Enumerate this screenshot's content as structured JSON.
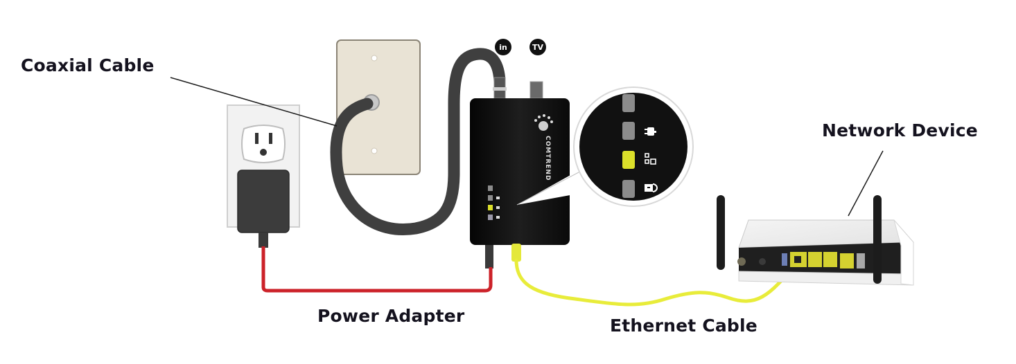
{
  "diagram": {
    "title": "",
    "labels": {
      "coaxial_cable": "Coaxial Cable",
      "power_adapter": "Power Adapter",
      "ethernet_cable": "Ethernet Cable",
      "network_device": "Network Device"
    },
    "ports": {
      "in": "in",
      "tv": "TV"
    },
    "device": {
      "brand": "COMTREND",
      "leds": [
        {
          "name": "led-1",
          "state": "off",
          "icon": "none"
        },
        {
          "name": "led-power",
          "state": "off",
          "icon": "power-plug-icon"
        },
        {
          "name": "led-ethernet",
          "state": "on",
          "icon": "network-icon"
        },
        {
          "name": "led-coax",
          "state": "off",
          "icon": "coax-lock-icon"
        }
      ]
    },
    "colors": {
      "coax_cable": "#3f3f3f",
      "power_cable": "#cc2229",
      "ethernet_cable": "#e8ec3a",
      "device_body": "#121212",
      "led_on": "#dce02a",
      "led_off": "#8c8c8c",
      "wall_plate": "#e9e3d5",
      "outlet_plate": "#f3f3f3",
      "adapter": "#3c3c3c"
    }
  }
}
